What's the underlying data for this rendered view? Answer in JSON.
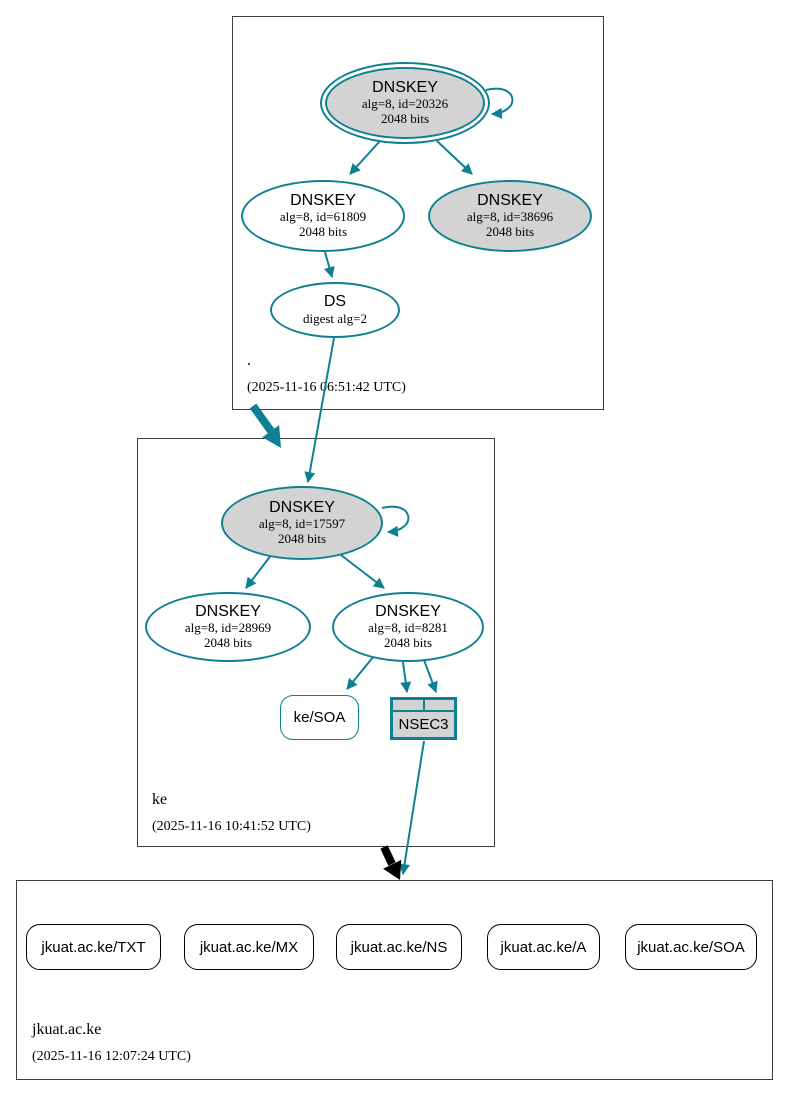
{
  "colors": {
    "secure_teal": "#0e8091",
    "insecure_black": "#000000",
    "node_fill_gray": "#d3d3d3",
    "node_fill_white": "#ffffff",
    "zone_border_gray": "#3f3f3f"
  },
  "zones": {
    "root": {
      "name": ".",
      "timestamp": "(2025-11-16 06:51:42 UTC)"
    },
    "ke": {
      "name": "ke",
      "timestamp": "(2025-11-16 10:41:52 UTC)"
    },
    "jkuat": {
      "name": "jkuat.ac.ke",
      "timestamp": "(2025-11-16 12:07:24 UTC)"
    }
  },
  "nodes": {
    "root_ksk": {
      "title": "DNSKEY",
      "line1": "alg=8, id=20326",
      "line2": "2048 bits"
    },
    "root_zsk": {
      "title": "DNSKEY",
      "line1": "alg=8, id=61809",
      "line2": "2048 bits"
    },
    "root_key_38696": {
      "title": "DNSKEY",
      "line1": "alg=8, id=38696",
      "line2": "2048 bits"
    },
    "root_ds": {
      "title": "DS",
      "line1": "digest alg=2"
    },
    "ke_ksk": {
      "title": "DNSKEY",
      "line1": "alg=8, id=17597",
      "line2": "2048 bits"
    },
    "ke_key_28969": {
      "title": "DNSKEY",
      "line1": "alg=8, id=28969",
      "line2": "2048 bits"
    },
    "ke_key_8281": {
      "title": "DNSKEY",
      "line1": "alg=8, id=8281",
      "line2": "2048 bits"
    },
    "ke_soa": {
      "label": "ke/SOA"
    },
    "nsec3": {
      "label": "NSEC3"
    },
    "rrsets": [
      {
        "label": "jkuat.ac.ke/TXT"
      },
      {
        "label": "jkuat.ac.ke/MX"
      },
      {
        "label": "jkuat.ac.ke/NS"
      },
      {
        "label": "jkuat.ac.ke/A"
      },
      {
        "label": "jkuat.ac.ke/SOA"
      }
    ]
  }
}
